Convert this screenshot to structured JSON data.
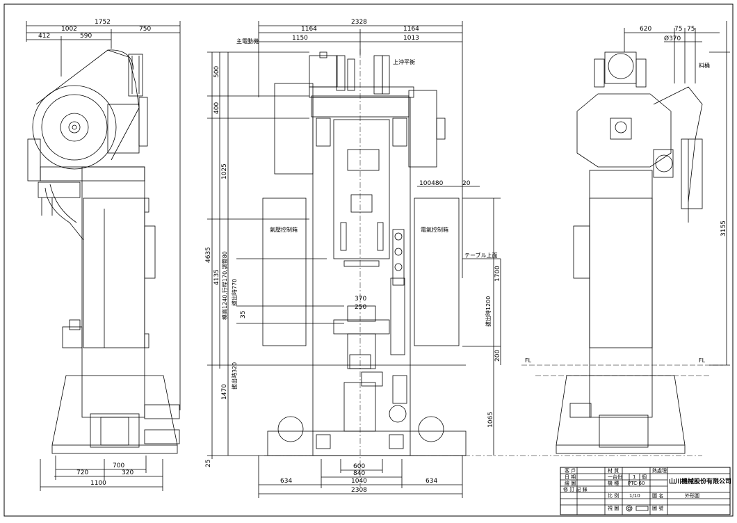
{
  "left_view": {
    "dims_top": [
      "1752",
      "1002",
      "750",
      "412",
      "590"
    ],
    "dims_bottom": [
      "700",
      "720",
      "320",
      "1100"
    ]
  },
  "front_view": {
    "dims_top": [
      "2328",
      "1164",
      "1164",
      "1150",
      "1013"
    ],
    "dims_bottom": [
      "600",
      "840",
      "634",
      "1040",
      "634",
      "2308"
    ],
    "dims_left": [
      "500",
      "400",
      "1025",
      "4635",
      "4135",
      "1470",
      "25",
      "35"
    ],
    "dims_right": [
      "100480",
      "20",
      "1700",
      "200",
      "1065"
    ],
    "dims_inner": [
      "370",
      "250"
    ],
    "labels": {
      "main_motor": "主電動機",
      "upper_balancer": "上沖平衡",
      "hydraulic_box": "氣壓控制箱",
      "electric_box": "電氣控制箱",
      "table_top": "テーブル上面",
      "vert_note_1": "模高1240,行程170,調整80",
      "vert_note_2": "拔出時770",
      "vert_note_3": "拔出時320",
      "vert_note_4": "拔出時1200"
    }
  },
  "right_view": {
    "dims_top": [
      "620",
      "75",
      "75",
      "Ø370"
    ],
    "dims_right": [
      "3155"
    ],
    "labels": {
      "oil_tank": "料桶",
      "fl_left": "FL",
      "fl_right": "FL"
    }
  },
  "title_block": {
    "customer": "客 戶",
    "material": "材 質",
    "heat": "熱處理",
    "date": "日 期",
    "qty": "一台份",
    "qty_n": "1",
    "unit": "個",
    "drawn": "繪 圖",
    "model_lbl": "機 種",
    "model": "PTC-60",
    "revision": "修 訂 記 錄",
    "scale_lbl": "比 例",
    "scale": "1/10",
    "drawing_name_lbl": "圖 名",
    "drawing_name": "外形圖",
    "view_lbl": "視 圖",
    "drawing_no_lbl": "圖 號",
    "company": "山川機械股份有限公司"
  }
}
